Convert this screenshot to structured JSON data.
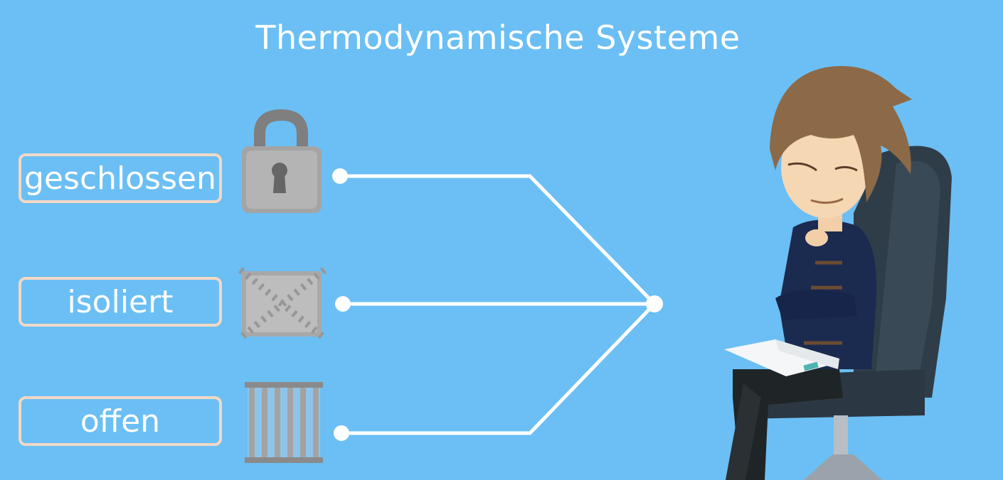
{
  "title": "Thermodynamische Systeme",
  "systems": [
    {
      "label": "geschlossen",
      "icon": "padlock-icon"
    },
    {
      "label": "isoliert",
      "icon": "crossed-box-icon"
    },
    {
      "label": "offen",
      "icon": "cage-icon"
    }
  ],
  "colors": {
    "background": "#6bbff4",
    "box_border": "#f3d8c4",
    "connector": "#ffffff"
  }
}
